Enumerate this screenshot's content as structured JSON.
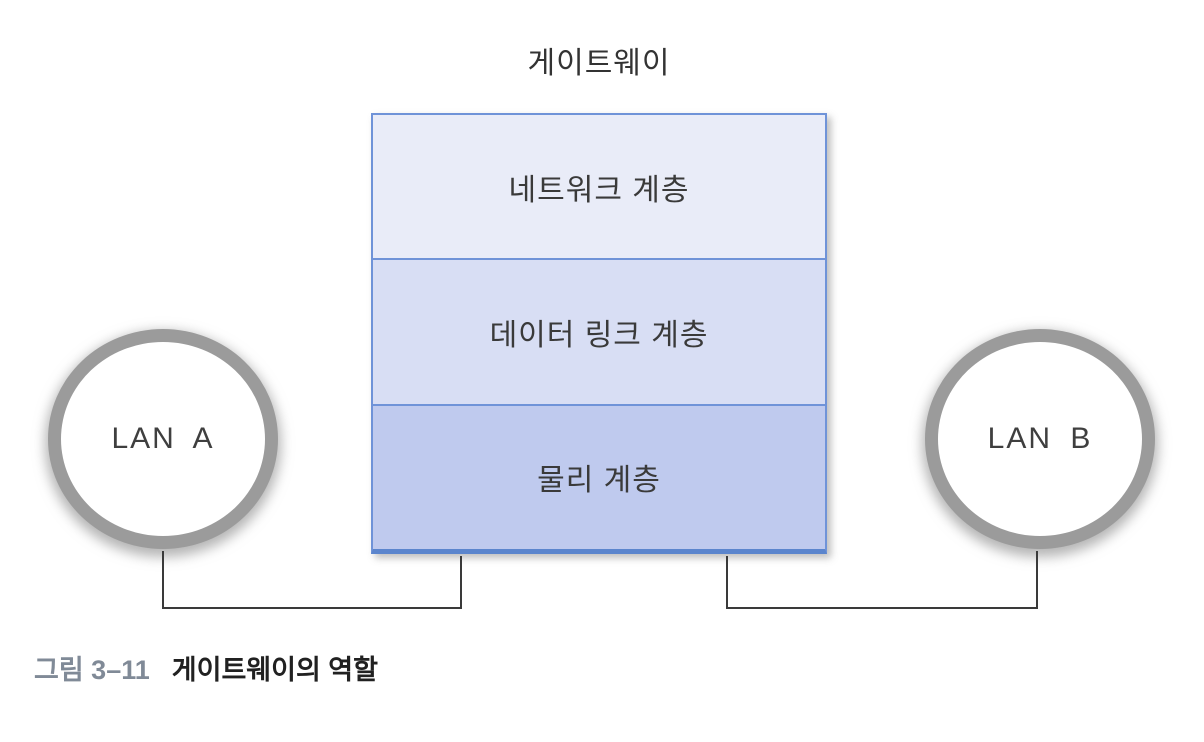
{
  "figure": {
    "gateway_title": "게이트웨이",
    "gateway_layers": [
      {
        "label": "네트워크 계층"
      },
      {
        "label": "데이터 링크 계층"
      },
      {
        "label": "물리 계층"
      }
    ],
    "lan_a": "LAN A",
    "lan_b": "LAN B"
  },
  "caption": {
    "figure_number": "그림 3–11",
    "figure_title": "게이트웨이의 역할"
  },
  "colors": {
    "layer_fill_network": "#e9ecf8",
    "layer_fill_datalink": "#d8def4",
    "layer_fill_physical": "#bfcaee",
    "box_border": "#6f93d8",
    "box_border_bottom": "#5b85cd",
    "circle_ring": "#9b9b9b",
    "connector_line": "#3a3a3a",
    "caption_number_color": "#808a97",
    "caption_title_color": "#212121",
    "text_color": "#3a3a3a"
  }
}
